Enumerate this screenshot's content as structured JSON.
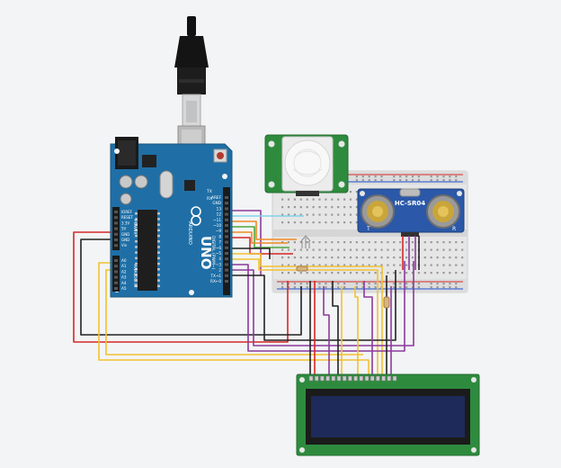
{
  "arduino": {
    "model": "UNO",
    "brand": "ARDUINO",
    "digital_label": "DIGITAL (PWM~)",
    "analog_label": "ANALOG IN",
    "power_label": "POWER",
    "tx": "TX",
    "rx": "RX",
    "pins_digital": [
      "AREF",
      "GND",
      "13",
      "12",
      "~11",
      "~10",
      "~9",
      "8",
      "7",
      "~6",
      "~5",
      "4",
      "~3",
      "2",
      "TX→1",
      "RX←0"
    ],
    "pins_power": [
      "IOREF",
      "RESET",
      "3.3V",
      "5V",
      "GND",
      "GND",
      "Vin"
    ],
    "pins_analog": [
      "A0",
      "A1",
      "A2",
      "A3",
      "A4",
      "A5"
    ]
  },
  "ultrasonic": {
    "label": "HC-SR04",
    "t": "T",
    "r": "R"
  },
  "lcd": {
    "pin_count": 16
  },
  "colors": {
    "canvas": "#f3f4f5",
    "board": "#1f6fa6",
    "wire_red": "#d62728",
    "wire_black": "#222222",
    "wire_yellow": "#f2c230",
    "wire_purple": "#8b3a9b",
    "wire_orange": "#f08a24",
    "wire_green": "#4fa83d",
    "wire_cyan": "#7fd3e8",
    "lcd_screen": "#1d2a5a",
    "pcb_green": "#2e8b3e"
  }
}
